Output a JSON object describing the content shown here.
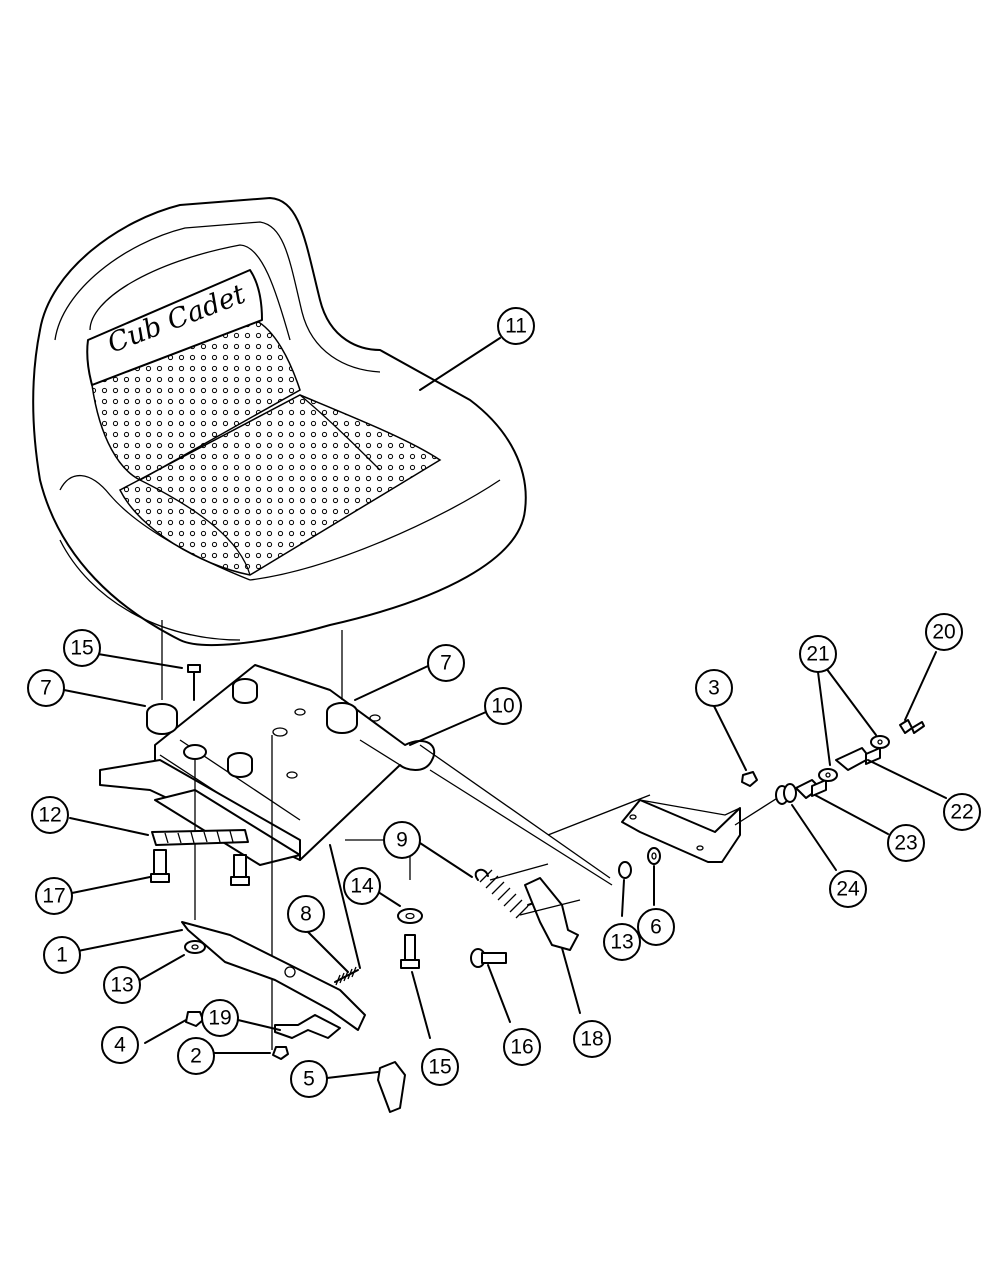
{
  "logo": {
    "text": "Cub Cadet"
  },
  "callouts": [
    {
      "id": "c11",
      "number": "11"
    },
    {
      "id": "c15a",
      "number": "15"
    },
    {
      "id": "c7a",
      "number": "7"
    },
    {
      "id": "c7b",
      "number": "7"
    },
    {
      "id": "c10",
      "number": "10"
    },
    {
      "id": "c12",
      "number": "12"
    },
    {
      "id": "c17",
      "number": "17"
    },
    {
      "id": "c9",
      "number": "9"
    },
    {
      "id": "c14",
      "number": "14"
    },
    {
      "id": "c8",
      "number": "8"
    },
    {
      "id": "c1",
      "number": "1"
    },
    {
      "id": "c13a",
      "number": "13"
    },
    {
      "id": "c19",
      "number": "19"
    },
    {
      "id": "c4",
      "number": "4"
    },
    {
      "id": "c2",
      "number": "2"
    },
    {
      "id": "c5",
      "number": "5"
    },
    {
      "id": "c15b",
      "number": "15"
    },
    {
      "id": "c16",
      "number": "16"
    },
    {
      "id": "c18",
      "number": "18"
    },
    {
      "id": "c13b",
      "number": "13"
    },
    {
      "id": "c6",
      "number": "6"
    },
    {
      "id": "c3",
      "number": "3"
    },
    {
      "id": "c21",
      "number": "21"
    },
    {
      "id": "c20",
      "number": "20"
    },
    {
      "id": "c22",
      "number": "22"
    },
    {
      "id": "c23",
      "number": "23"
    },
    {
      "id": "c24",
      "number": "24"
    }
  ]
}
